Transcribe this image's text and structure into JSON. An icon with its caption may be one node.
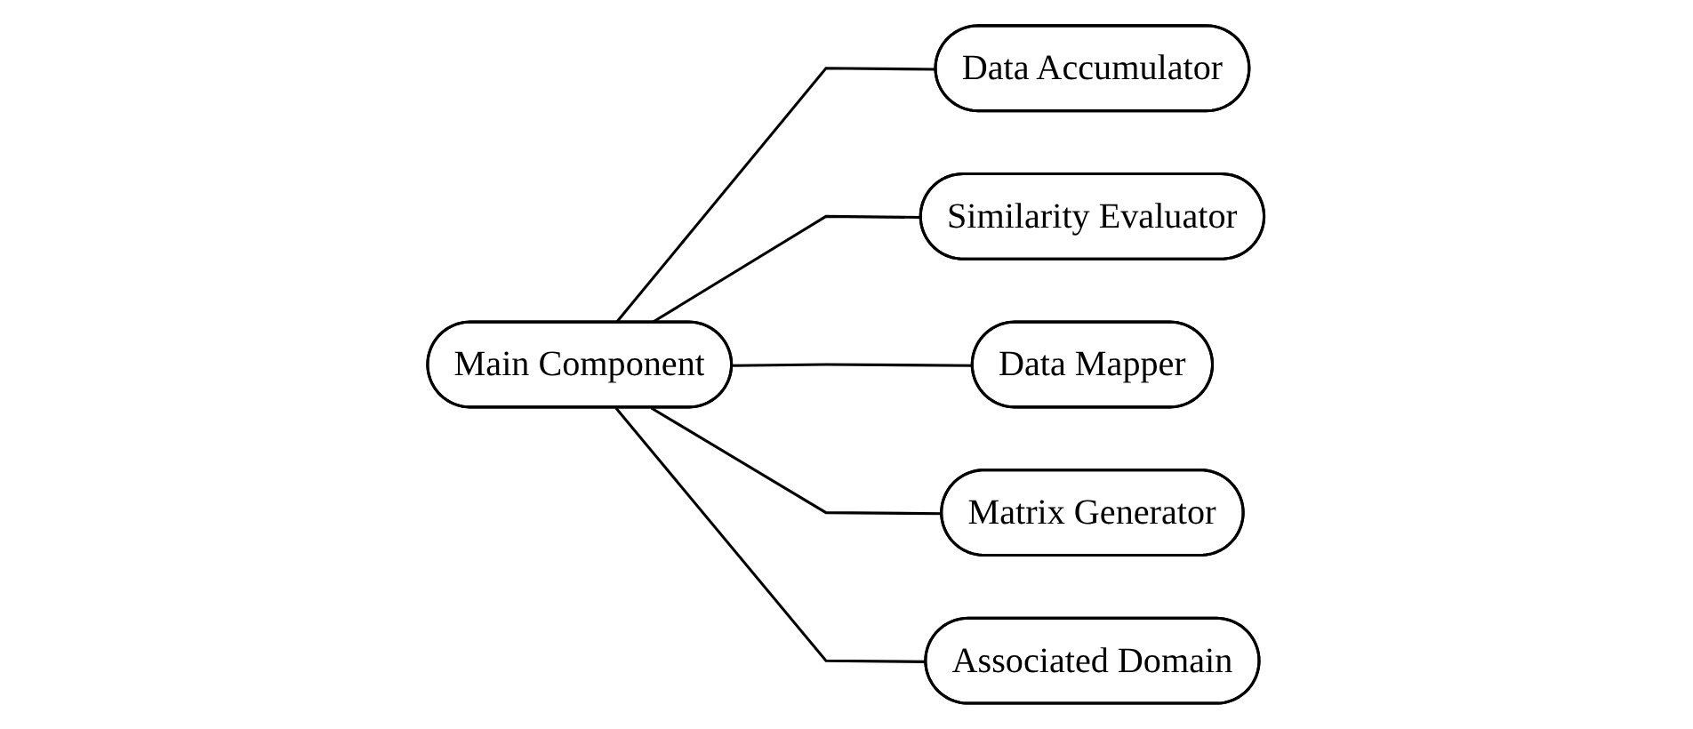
{
  "diagram": {
    "nodes": [
      {
        "text": [
          "Data Accumulator"
        ]
      },
      {
        "text": [
          "Similarity Evaluator"
        ]
      },
      {
        "text": [
          "Main Component"
        ]
      },
      {
        "text": [
          "Data Mapper"
        ]
      },
      {
        "text": [
          "Matrix Generator"
        ]
      },
      {
        "text": [
          "Associated Domain"
        ]
      }
    ],
    "edges": [
      {
        "from": 2,
        "to": 0,
        "arrow": "none"
      },
      {
        "from": 2,
        "to": 1,
        "arrow": "none"
      },
      {
        "from": 2,
        "to": 3,
        "arrow": "none"
      },
      {
        "from": 2,
        "to": 4,
        "arrow": "none"
      },
      {
        "from": 2,
        "to": 5,
        "arrow": "none"
      }
    ]
  }
}
